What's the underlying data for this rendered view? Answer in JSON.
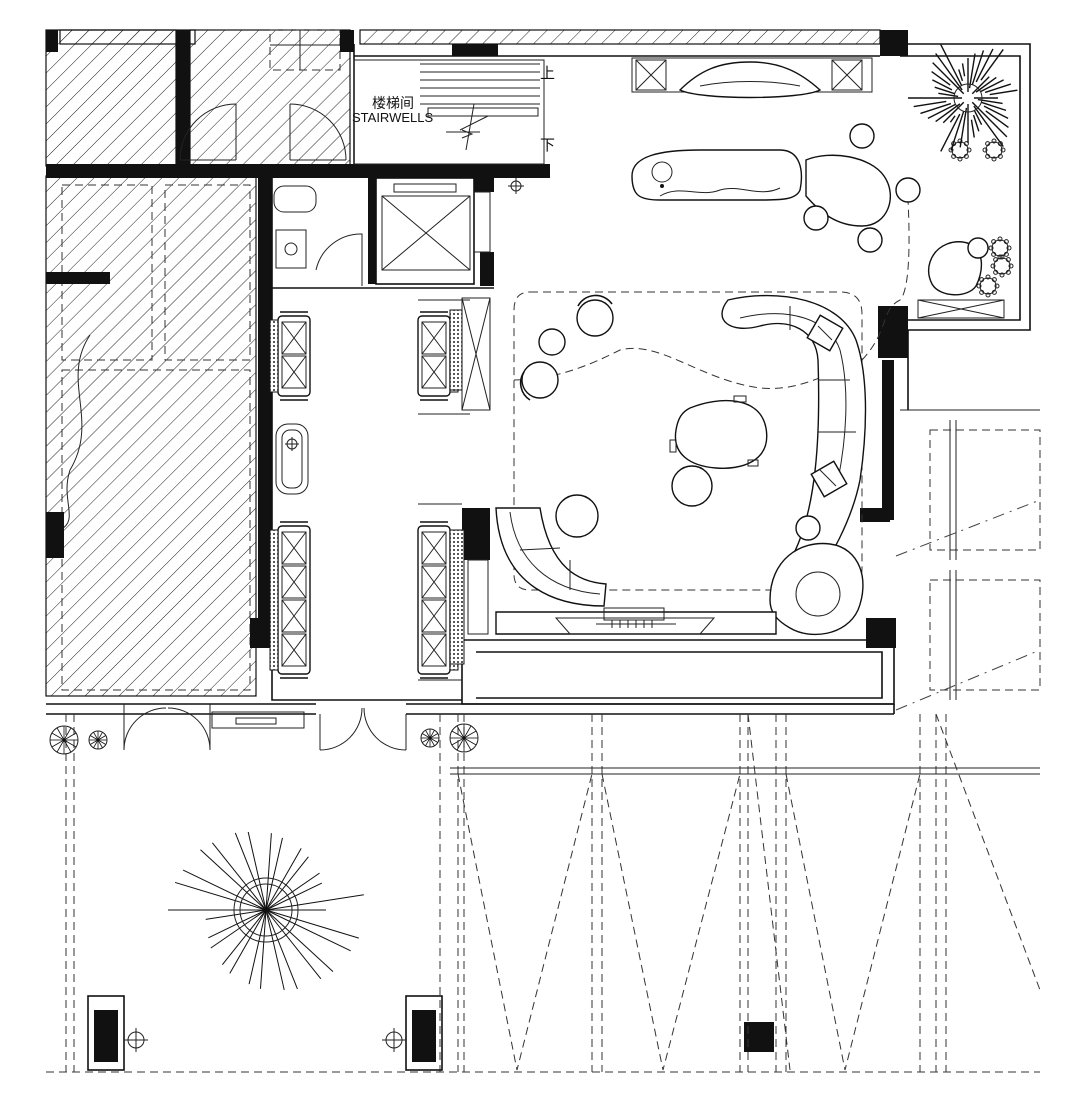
{
  "labels": {
    "stair_cn": "楼梯间",
    "stair_en": "STAIRWELLS",
    "up": "上",
    "down": "下"
  },
  "colors": {
    "line": "#111111",
    "background": "#ffffff"
  },
  "icons": [
    "tree-icon",
    "shrub-icon",
    "column-icon",
    "stair-arrow-icon",
    "light-fixture-icon"
  ]
}
